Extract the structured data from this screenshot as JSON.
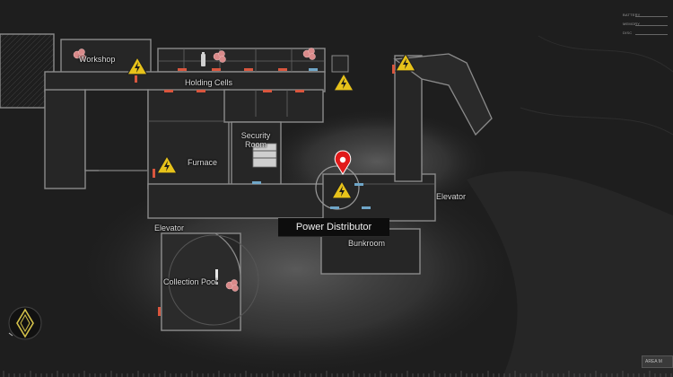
{
  "rooms": {
    "workshop": "Workshop",
    "holding_cells": "Holding Cells",
    "security_room": "Security Room",
    "furnace": "Furnace",
    "elevator_left": "Elevator",
    "elevator_right": "Elevator",
    "bunkroom": "Bunkroom",
    "collection_pool": "Collection Pool"
  },
  "selected": {
    "tooltip": "Power Distributor",
    "icon": "map-pin-icon"
  },
  "legend": [
    {
      "label": "BATTERY"
    },
    {
      "label": "MEMORY"
    },
    {
      "label": "DISC"
    }
  ],
  "area_button": "AREA M",
  "colors": {
    "hazard_yellow": "#e7c21a",
    "pin_red": "#e11a1a",
    "door_red": "#d9563e",
    "door_blue": "#6fa6c8",
    "compass_yellow": "#d4c24a"
  },
  "icons": [
    "power-hazard-icon",
    "item-pouch-icon",
    "battery-icon",
    "exclamation-icon",
    "compass-icon"
  ]
}
